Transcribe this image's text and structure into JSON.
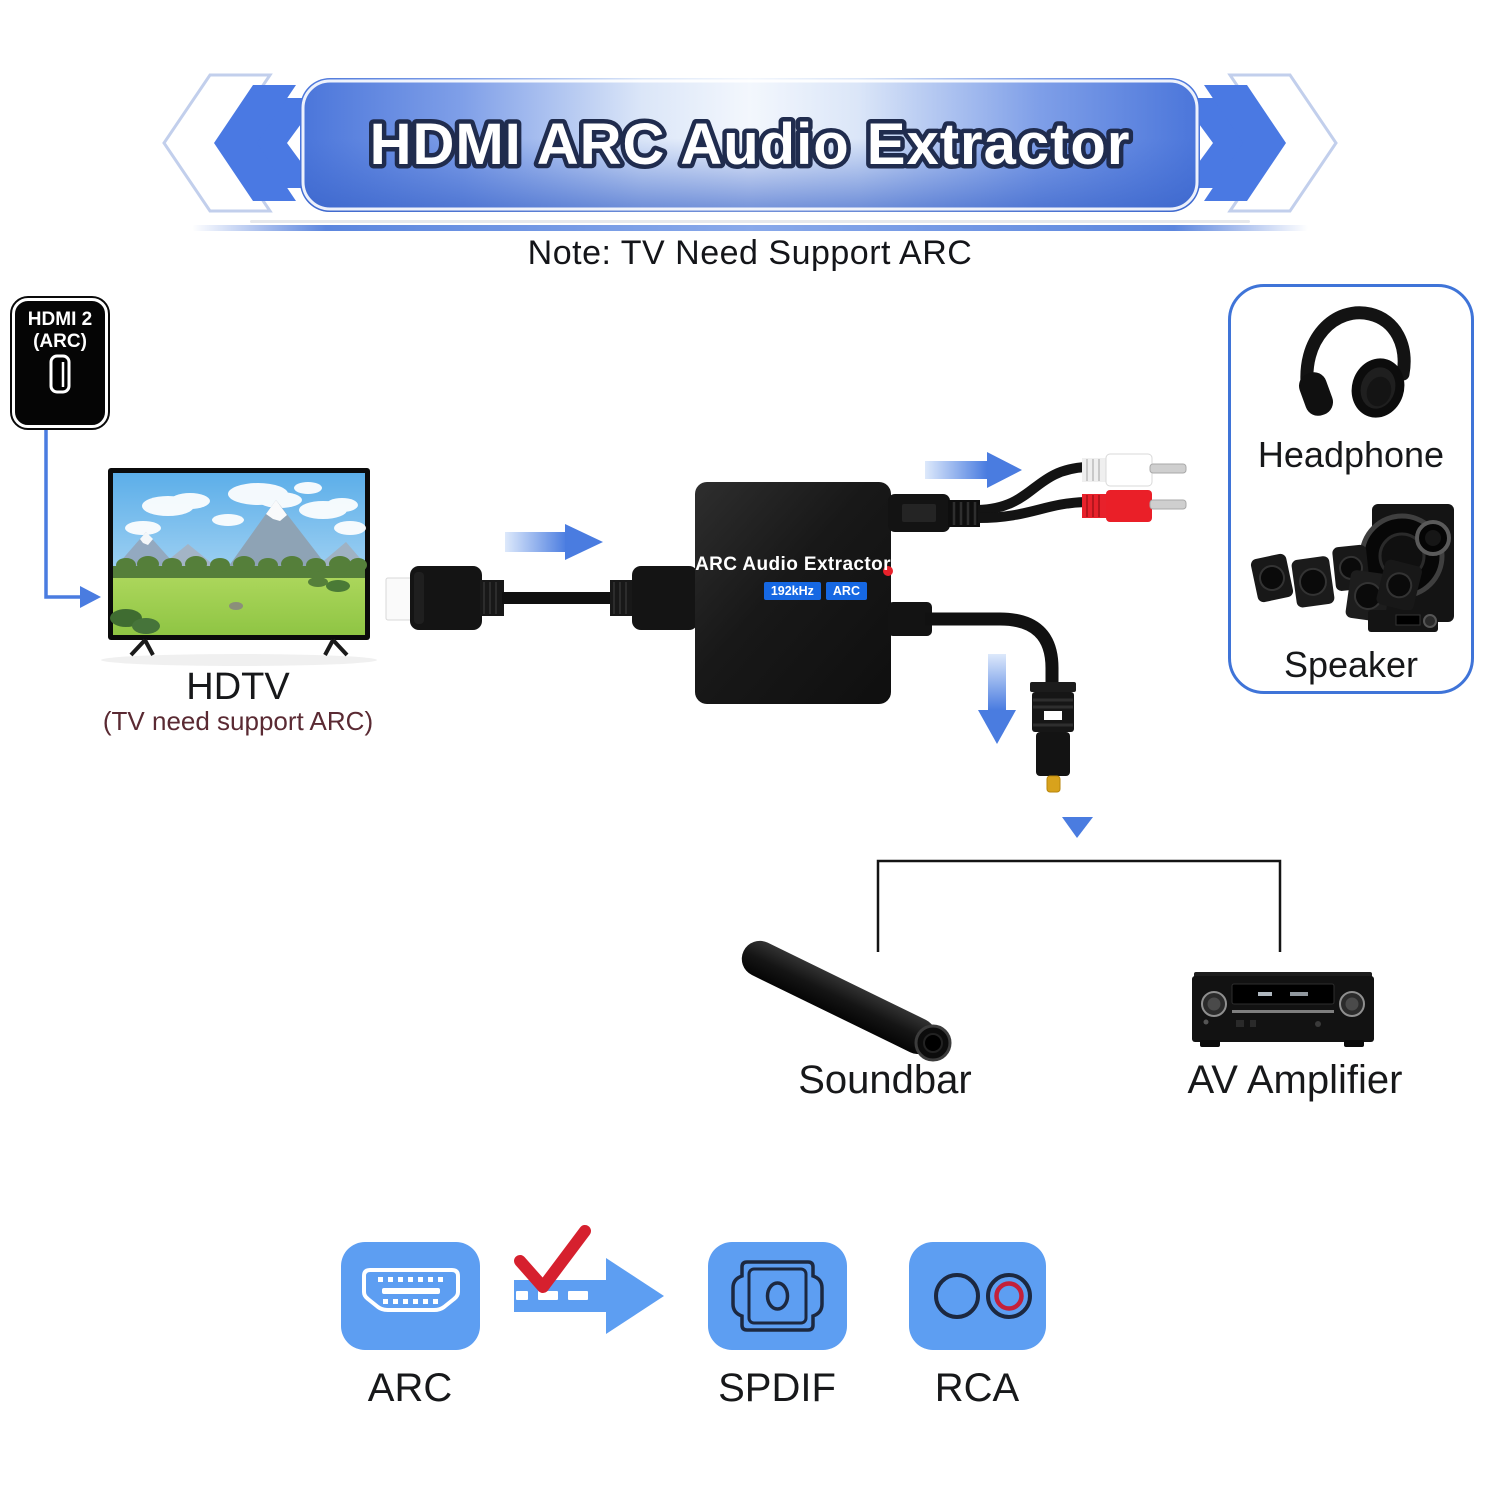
{
  "banner": {
    "title": "HDMI ARC Audio Extractor",
    "left_chevrons": "double-chevron-left",
    "right_chevrons": "double-chevron-right"
  },
  "note": "Note: TV Need Support ARC",
  "source": {
    "port_badge": {
      "line1": "HDMI 2",
      "line2": "(ARC)",
      "icon": "hdmi-port-icon"
    },
    "tv_label": "HDTV",
    "tv_caption": "(TV need support ARC)"
  },
  "device": {
    "name": "ARC Audio Extractor",
    "badges": [
      "192kHz",
      "ARC"
    ]
  },
  "outputs": {
    "headphone_label": "Headphone",
    "speaker_label": "Speaker",
    "soundbar_label": "Soundbar",
    "amplifier_label": "AV Amplifier"
  },
  "connection_types": {
    "input_label": "ARC",
    "output1_label": "SPDIF",
    "output2_label": "RCA"
  },
  "colors": {
    "banner_blue": "#4a75da",
    "arrow_blue": "#4a7ce0",
    "icon_blue": "#5d9ef2",
    "badge_blue": "#1668e3",
    "check_red": "#d6202e",
    "caption_maroon": "#5a2a33",
    "panel_border_blue": "#3f74d8"
  }
}
